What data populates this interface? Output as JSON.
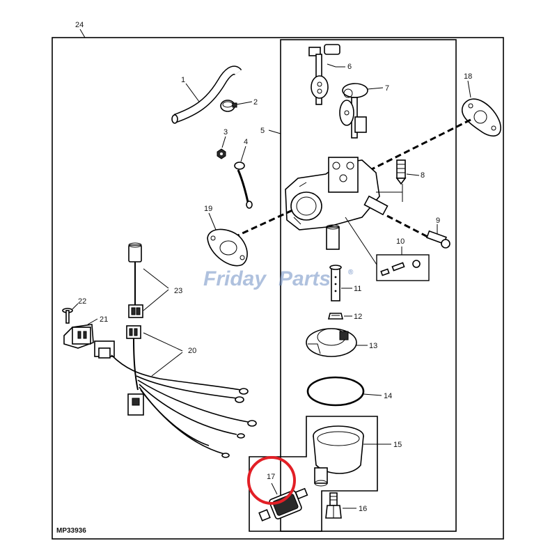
{
  "diagram": {
    "frame_number": "24",
    "drawing_code": "MP33936",
    "watermark_left": "Friday",
    "watermark_right": "Parts",
    "watermark_mark": "®",
    "highlight_color": "#e21f26",
    "watermark_color": "#6f8fc4",
    "callouts": {
      "c1": "1",
      "c2": "2",
      "c3": "3",
      "c4": "4",
      "c5": "5",
      "c6": "6",
      "c7": "7",
      "c8": "8",
      "c9": "9",
      "c10": "10",
      "c11": "11",
      "c12": "12",
      "c13": "13",
      "c14": "14",
      "c15": "15",
      "c16": "16",
      "c17": "17",
      "c18": "18",
      "c19": "19",
      "c20": "20",
      "c21": "21",
      "c22": "22",
      "c23": "23"
    }
  }
}
